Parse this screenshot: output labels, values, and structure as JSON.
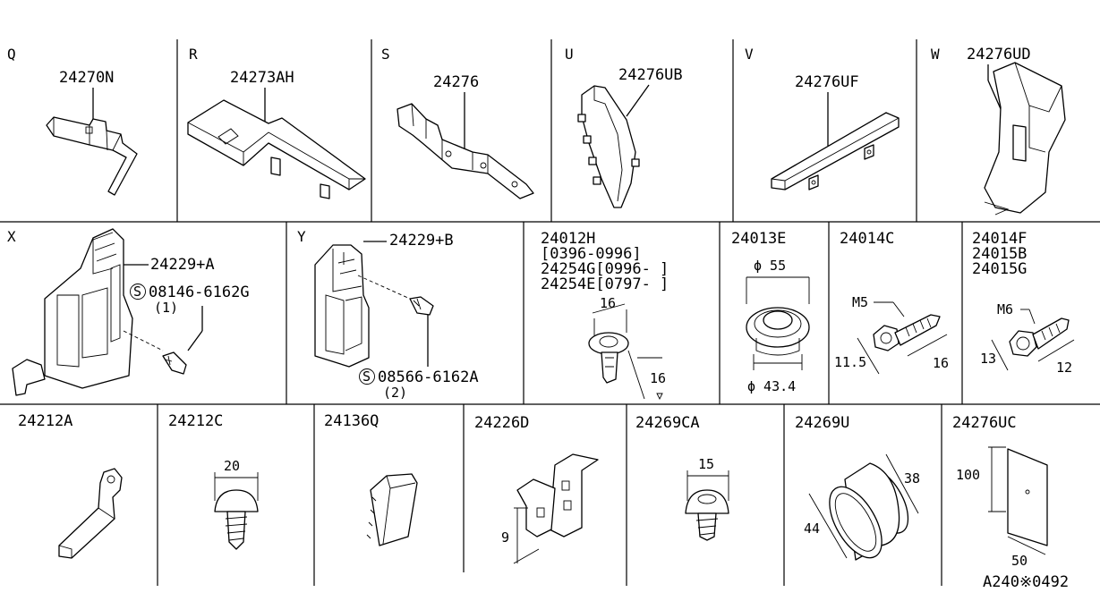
{
  "panels": {
    "Q": {
      "letter": "Q",
      "part": "24270N"
    },
    "R": {
      "letter": "R",
      "part": "24273AH"
    },
    "S": {
      "letter": "S",
      "part": "24276"
    },
    "U": {
      "letter": "U",
      "part": "24276UB"
    },
    "V": {
      "letter": "V",
      "part": "24276UF"
    },
    "W": {
      "letter": "W",
      "part": "24276UD"
    },
    "X": {
      "letter": "X",
      "part": "24229+A",
      "bolt_symbol": "S",
      "bolt": "08146-6162G",
      "qty": "(1)"
    },
    "Y": {
      "letter": "Y",
      "part": "24229+B",
      "bolt_symbol": "S",
      "bolt": "08566-6162A",
      "qty": "(2)"
    },
    "p24012H": {
      "lines": [
        "24012H",
        "[0396-0996]",
        "24254G[0996-  ]",
        "24254E[0797-  ]"
      ],
      "dim_width": "16",
      "dim_height": "16"
    },
    "p24013E": {
      "part": "24013E",
      "dim_top": "ϕ 55",
      "dim_bottom": "ϕ 43.4"
    },
    "p24014C": {
      "part": "24014C",
      "thread": "M5",
      "dim_a": "11.5",
      "dim_b": "16"
    },
    "p24014F": {
      "lines": [
        "24014F",
        "24015B",
        "24015G"
      ],
      "thread": "M6",
      "dim_a": "13",
      "dim_b": "12"
    },
    "p24212A": {
      "part": "24212A"
    },
    "p24212C": {
      "part": "24212C",
      "dim": "20"
    },
    "p24136Q": {
      "part": "24136Q"
    },
    "p24226D": {
      "part": "24226D",
      "dim": "9"
    },
    "p24269CA": {
      "part": "24269CA",
      "dim": "15"
    },
    "p24269U": {
      "part": "24269U",
      "dim_a": "44",
      "dim_b": "38"
    },
    "p24276UC": {
      "part": "24276UC",
      "dim_h": "100",
      "dim_w": "50"
    },
    "drawing_code": "A240※0492"
  }
}
